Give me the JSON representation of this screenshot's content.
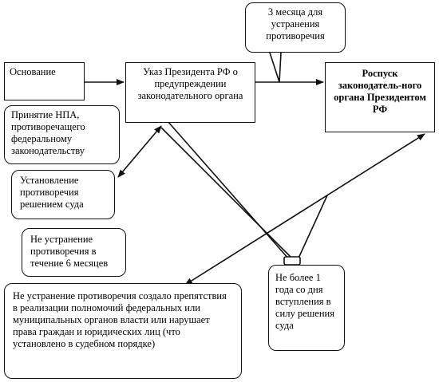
{
  "nodes": {
    "basis": "Основание",
    "decree": "Указ Президента РФ о предупреждении законодательного органа",
    "dissolution": "Роспуск законодатель-ного органа Президентом РФ",
    "three_months": "3 месяца для устранения противоречия",
    "npa": "Принятие НПА, противоречащего федеральному законодательству",
    "court": "Установление противоречия решением суда",
    "six_months": "Не устранение противоречия в течение 6 месяцев",
    "obstacle": "Не устранение противоречия создало препятствия в реализации полномочий федеральных или муниципальных органов власти или нарушает права граждан и юридических лиц (что установлено в судебном порядке)",
    "one_year": "Не более 1 года со дня вступления в силу решения суда"
  }
}
